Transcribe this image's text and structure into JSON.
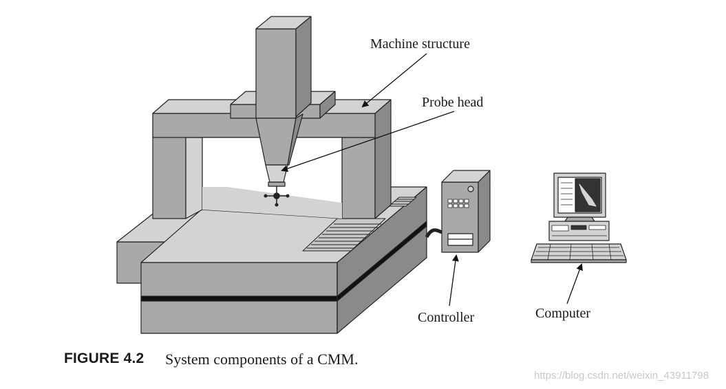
{
  "labels": {
    "machine_structure": "Machine structure",
    "probe_head": "Probe head",
    "controller": "Controller",
    "computer": "Computer"
  },
  "caption": {
    "number": "FIGURE 4.2",
    "text": "System components of a CMM."
  },
  "watermark": "https://blog.csdn.net/weixin_43911798",
  "colors": {
    "light_gray": "#d3d3d3",
    "mid_gray": "#a9a9a9",
    "dark_gray": "#808080",
    "outline": "#222222"
  }
}
